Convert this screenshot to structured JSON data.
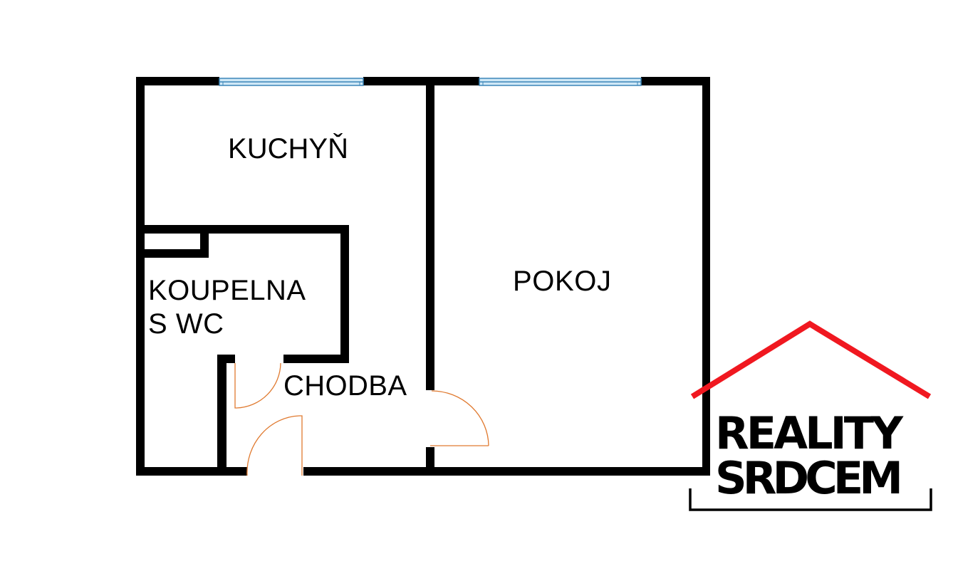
{
  "rooms": {
    "kitchen": "KUCHYŇ",
    "bathroom_line1": "KOUPELNA",
    "bathroom_line2": "S WC",
    "hallway": "CHODBA",
    "room": "POKOJ"
  },
  "logo": {
    "line1": "REALITY",
    "line2": "SRDCEM",
    "roof_color": "#f01820"
  },
  "colors": {
    "wall": "#000000",
    "door": "#e07a30",
    "window": "#cfe8f6"
  }
}
